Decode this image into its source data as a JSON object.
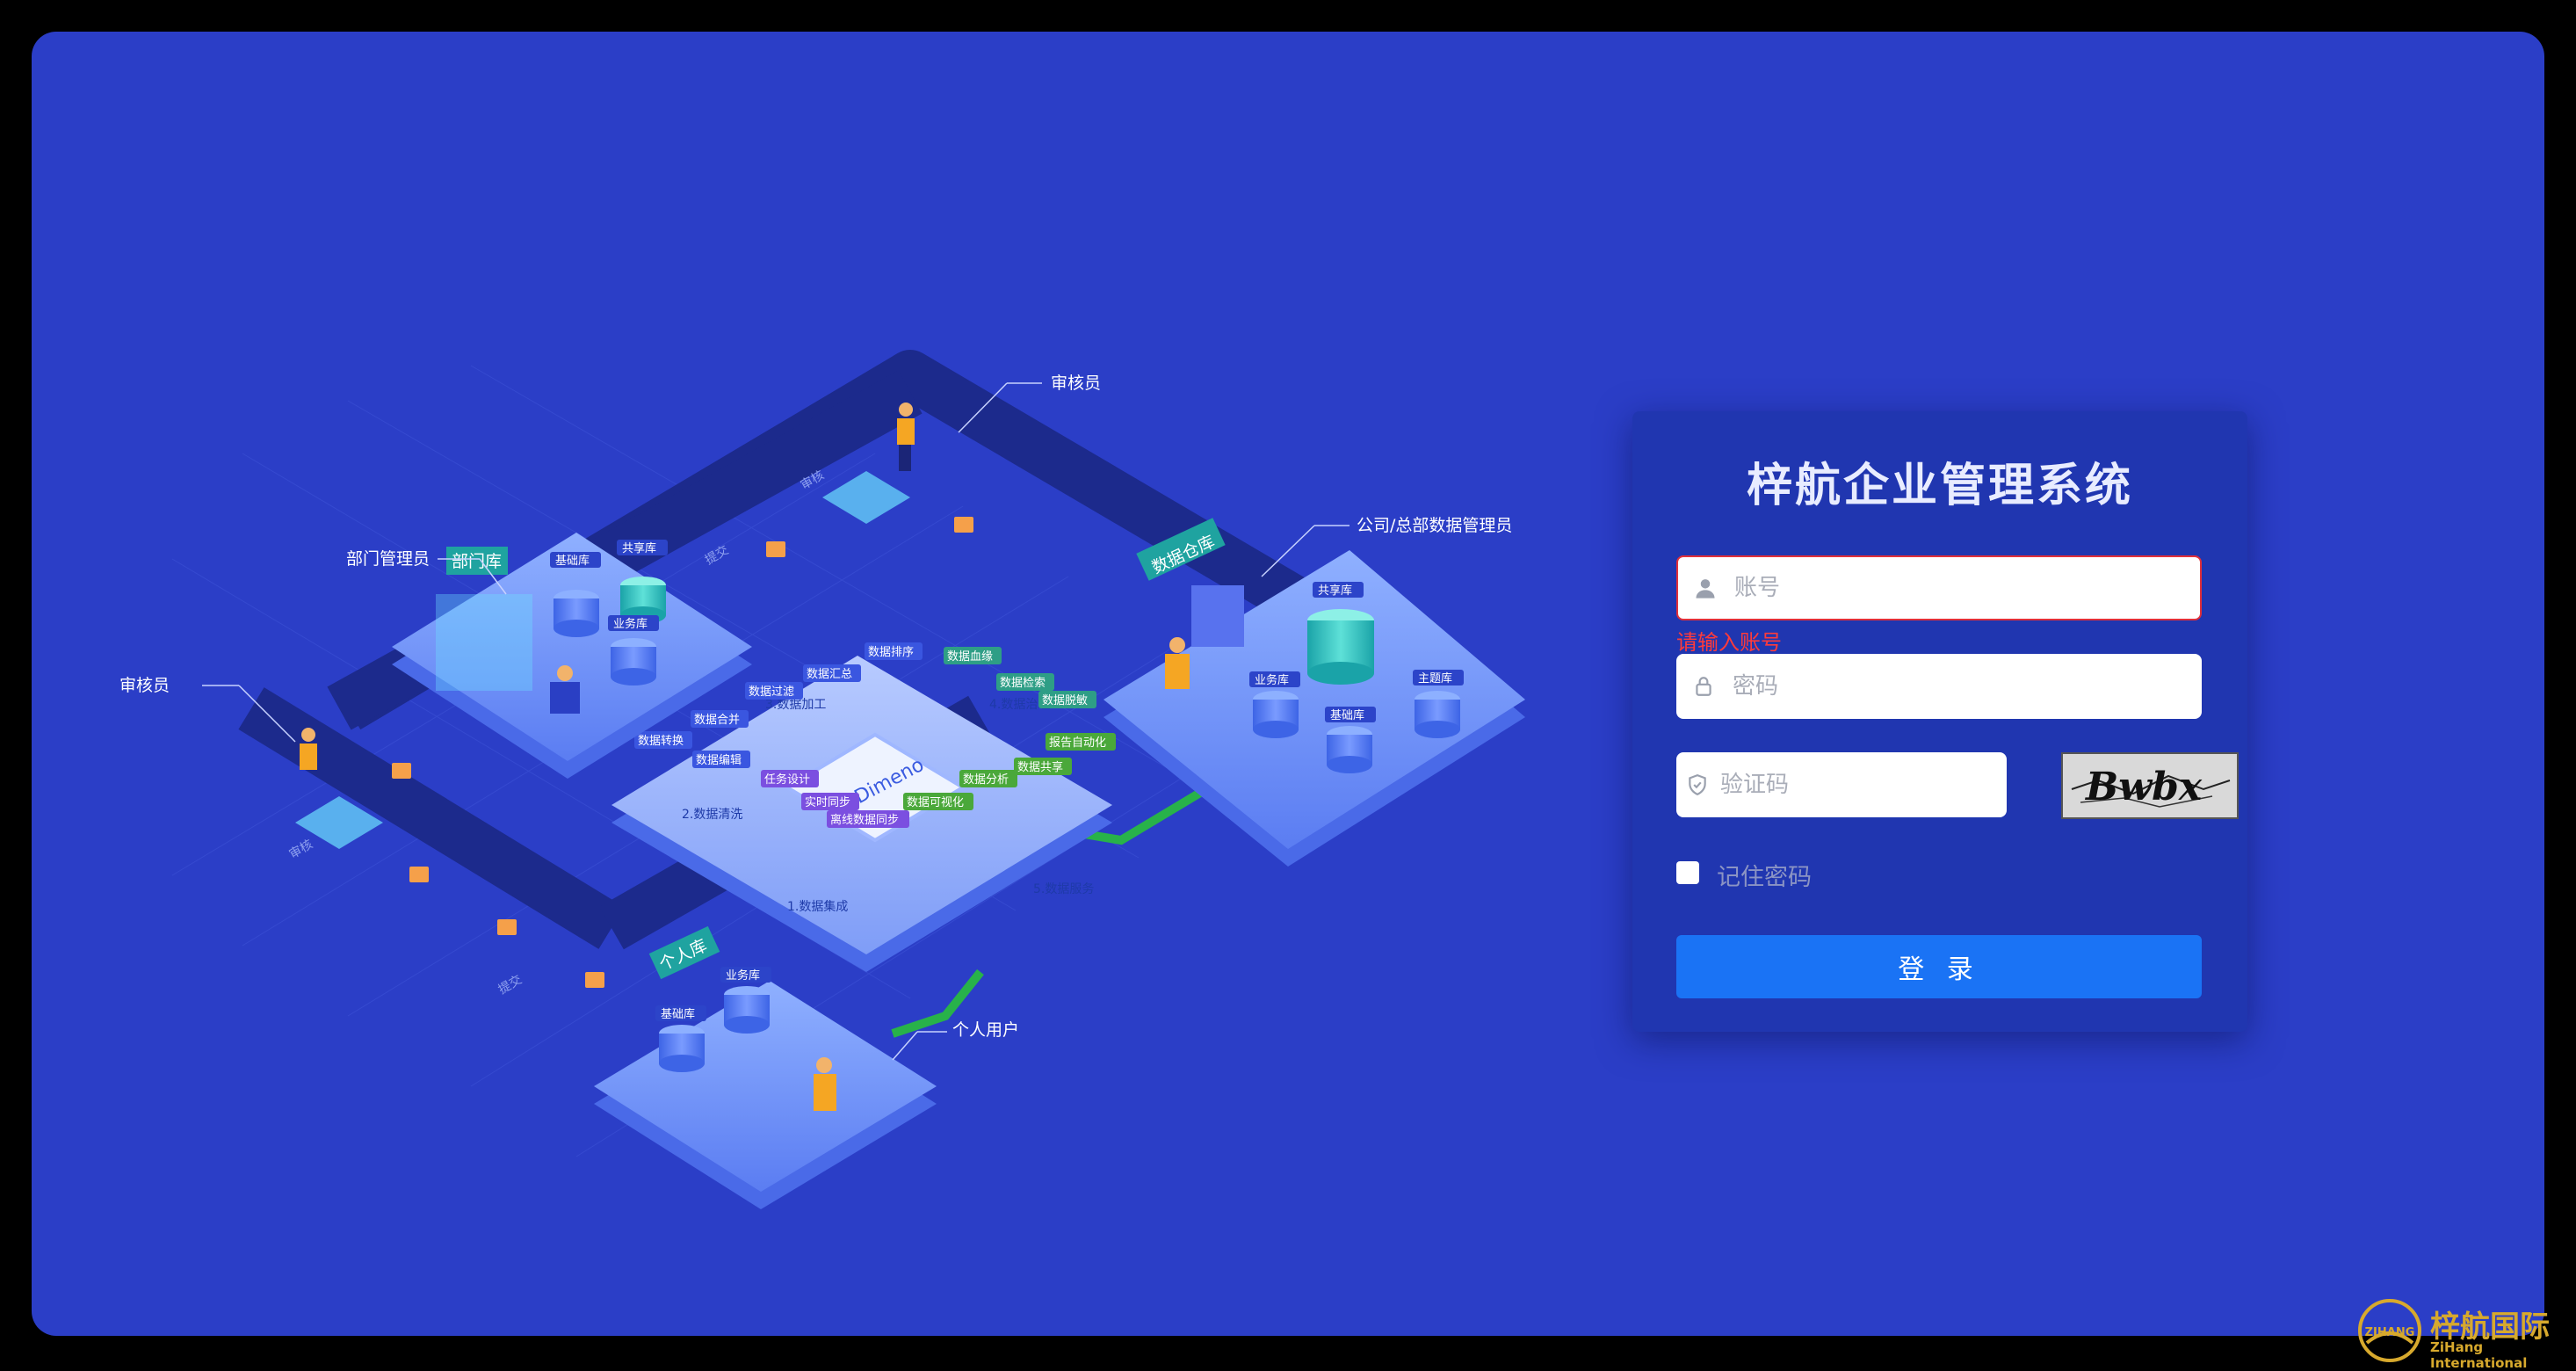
{
  "login": {
    "title": "梓航企业管理系统",
    "username_placeholder": "账号",
    "username_error": "请输入账号",
    "password_placeholder": "密码",
    "captcha_placeholder": "验证码",
    "captcha_text": "Bwbx",
    "remember_label": "记住密码",
    "remember_checked": false,
    "submit_label": "登 录"
  },
  "illustration": {
    "roles": {
      "reviewer_top": "审核员",
      "company_admin": "公司/总部数据管理员",
      "dept_admin": "部门管理员",
      "reviewer_left": "审核员",
      "personal_user": "个人用户"
    },
    "signs": {
      "dept": "部门库",
      "data_warehouse": "数据仓库",
      "personal": "个人库"
    },
    "db_labels": {
      "base": "基础库",
      "shared": "共享库",
      "business": "业务库",
      "topic": "主题库"
    },
    "path_labels": {
      "submit": "提交",
      "review": "审核"
    },
    "center_logo": "Dimeno",
    "stages": [
      "1.数据集成",
      "2.数据清洗",
      "3.数据加工",
      "4.数据治理",
      "5.数据服务"
    ],
    "tags": [
      "数据排序",
      "数据血缘",
      "数据汇总",
      "数据检索",
      "数据过滤",
      "数据脱敏",
      "数据合并",
      "数据转换",
      "数据编辑",
      "任务设计",
      "实时同步",
      "离线数据同步",
      "数据可视化",
      "数据分析",
      "数据共享",
      "报告自动化"
    ]
  },
  "watermark": {
    "name": "梓航国际",
    "sub": "ZiHang International",
    "badge": "ZIHANG"
  }
}
